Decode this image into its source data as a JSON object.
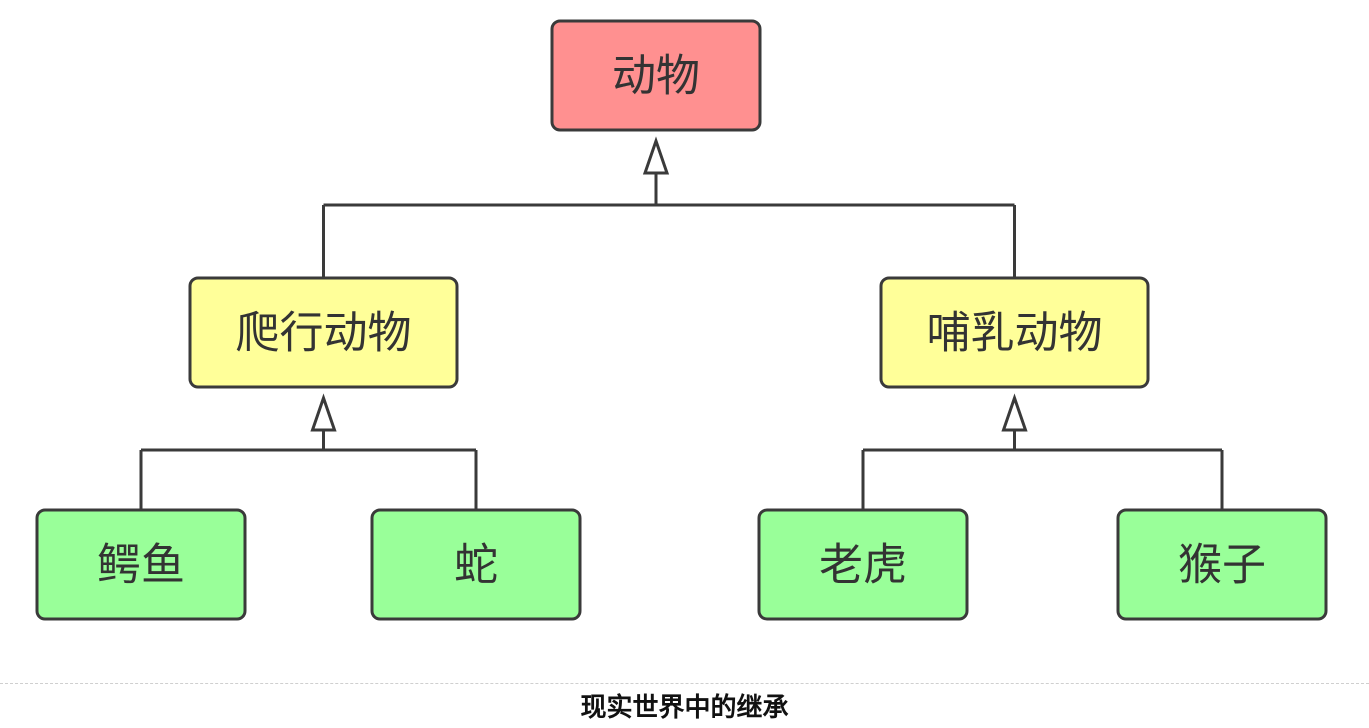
{
  "diagram": {
    "colors": {
      "root": "#ff9090",
      "middle": "#ffff99",
      "leaf": "#99ff99",
      "stroke": "#3a3a3a"
    },
    "nodes": [
      {
        "id": "animal",
        "label": "动物",
        "level": "root"
      },
      {
        "id": "reptile",
        "label": "爬行动物",
        "level": "middle"
      },
      {
        "id": "mammal",
        "label": "哺乳动物",
        "level": "middle"
      },
      {
        "id": "crocodile",
        "label": "鳄鱼",
        "level": "leaf"
      },
      {
        "id": "snake",
        "label": "蛇",
        "level": "leaf"
      },
      {
        "id": "tiger",
        "label": "老虎",
        "level": "leaf"
      },
      {
        "id": "monkey",
        "label": "猴子",
        "level": "leaf"
      }
    ],
    "edges": [
      {
        "from": "reptile",
        "to": "animal",
        "type": "inheritance"
      },
      {
        "from": "mammal",
        "to": "animal",
        "type": "inheritance"
      },
      {
        "from": "crocodile",
        "to": "reptile",
        "type": "inheritance"
      },
      {
        "from": "snake",
        "to": "reptile",
        "type": "inheritance"
      },
      {
        "from": "tiger",
        "to": "mammal",
        "type": "inheritance"
      },
      {
        "from": "monkey",
        "to": "mammal",
        "type": "inheritance"
      }
    ]
  },
  "caption": "现实世界中的继承"
}
